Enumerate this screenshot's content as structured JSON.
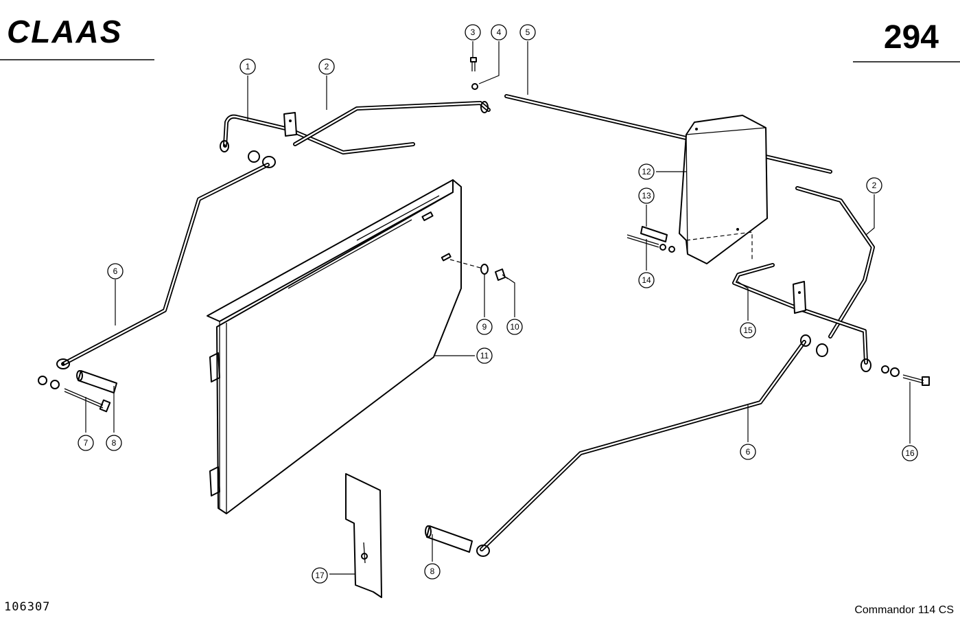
{
  "header": {
    "brand": "CLAAS",
    "page_number": "294"
  },
  "footer": {
    "drawing_number": "106307",
    "model": "Commandor 114 CS"
  },
  "callouts": [
    {
      "id": "c1",
      "label": "1"
    },
    {
      "id": "c2a",
      "label": "2"
    },
    {
      "id": "c3",
      "label": "3"
    },
    {
      "id": "c4",
      "label": "4"
    },
    {
      "id": "c5",
      "label": "5"
    },
    {
      "id": "c6a",
      "label": "6"
    },
    {
      "id": "c7",
      "label": "7"
    },
    {
      "id": "c8a",
      "label": "8"
    },
    {
      "id": "c9",
      "label": "9"
    },
    {
      "id": "c10",
      "label": "10"
    },
    {
      "id": "c11",
      "label": "11"
    },
    {
      "id": "c12",
      "label": "12"
    },
    {
      "id": "c13",
      "label": "13"
    },
    {
      "id": "c14",
      "label": "14"
    },
    {
      "id": "c15",
      "label": "15"
    },
    {
      "id": "c2b",
      "label": "2"
    },
    {
      "id": "c16",
      "label": "16"
    },
    {
      "id": "c6b",
      "label": "6"
    },
    {
      "id": "c8b",
      "label": "8"
    },
    {
      "id": "c17",
      "label": "17"
    }
  ]
}
